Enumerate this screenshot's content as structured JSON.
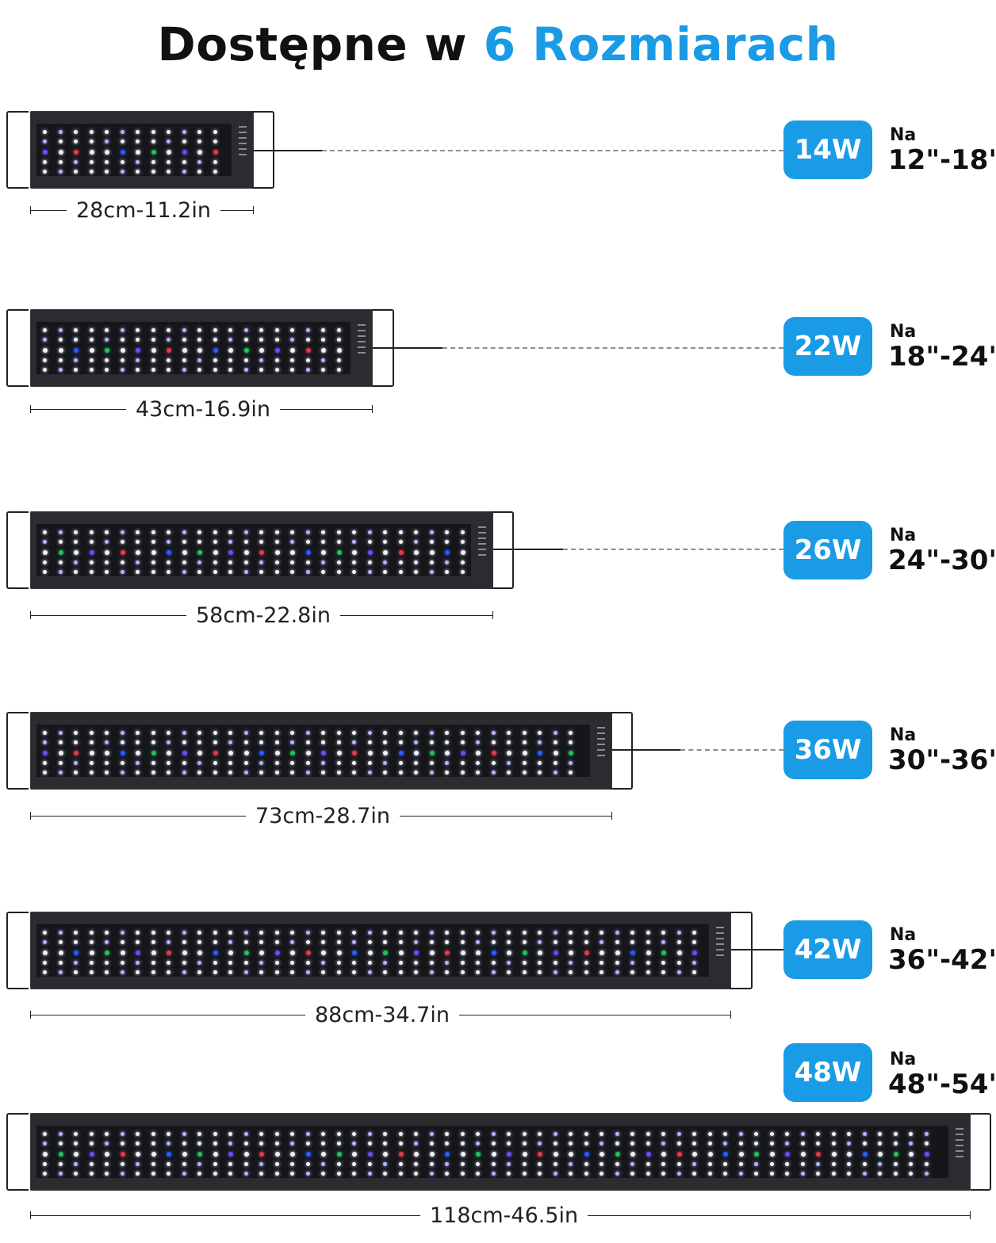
{
  "title": {
    "prefix": "Dostępne w ",
    "highlight": "6 Rozmiarach"
  },
  "accent_color": "#1a9be6",
  "sizes": [
    {
      "wattage": "14W",
      "na_label": "Na",
      "range": "12\"-18\"",
      "dimension": "28cm-11.2in"
    },
    {
      "wattage": "22W",
      "na_label": "Na",
      "range": "18\"-24\"",
      "dimension": "43cm-16.9in"
    },
    {
      "wattage": "26W",
      "na_label": "Na",
      "range": "24\"-30\"",
      "dimension": "58cm-22.8in"
    },
    {
      "wattage": "36W",
      "na_label": "Na",
      "range": "30\"-36\"",
      "dimension": "73cm-28.7in"
    },
    {
      "wattage": "42W",
      "na_label": "Na",
      "range": "36\"-42\"",
      "dimension": "88cm-34.7in"
    },
    {
      "wattage": "48W",
      "na_label": "Na",
      "range": "48\"-54\"",
      "dimension": "118cm-46.5in"
    }
  ]
}
